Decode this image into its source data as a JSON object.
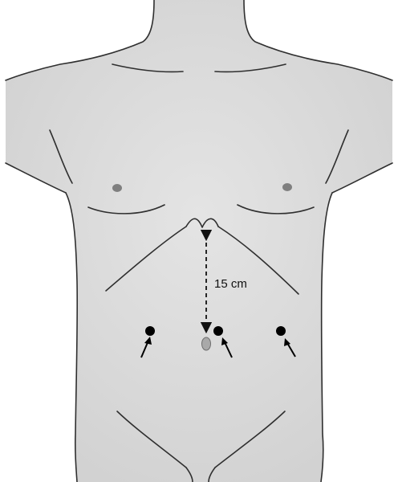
{
  "measurement": {
    "label": "15 cm"
  },
  "colors": {
    "skin": "#dcdcdc",
    "outline": "#2f2f2f",
    "nipple": "#7f7f7f",
    "navel": "#a9a9a9",
    "port": "#000000"
  },
  "markers": [
    {
      "name": "port-left",
      "icon": "arrow-icon"
    },
    {
      "name": "port-umbilical",
      "icon": "arrow-icon"
    },
    {
      "name": "port-right",
      "icon": "arrow-icon"
    }
  ]
}
